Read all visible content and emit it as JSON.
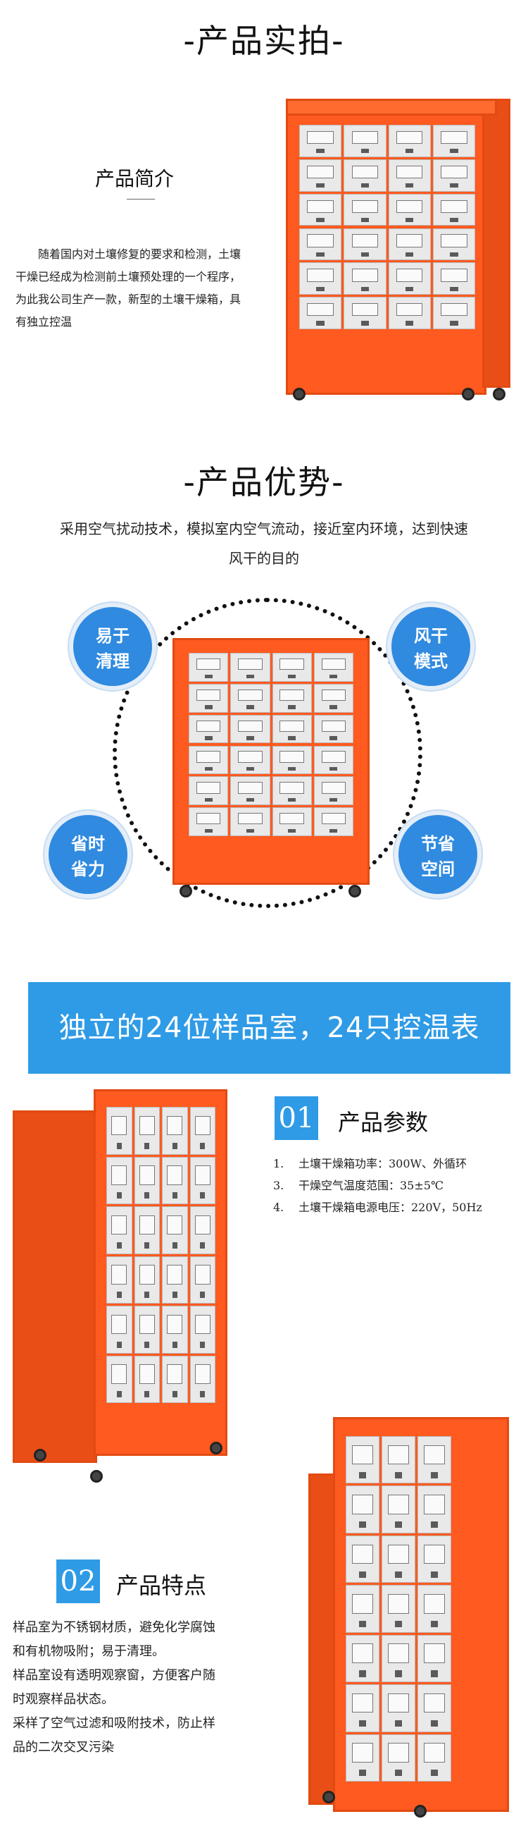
{
  "section1": {
    "title": "-产品实拍-",
    "intro_heading": "产品简介",
    "intro_text": "随着国内对土壤修复的要求和检测，土壤干燥已经成为检测前土壤预处理的一个程序，为此我公司生产一款，新型的土壤干燥箱，具有独立控温"
  },
  "section2": {
    "title": "-产品优势-",
    "description_line1": "采用空气扰动技术，模拟室内空气流动，接近室内环境，达到快速",
    "description_line2": "风干的目的",
    "bubbles": [
      {
        "line1": "易于",
        "line2": "清理"
      },
      {
        "line1": "风干",
        "line2": "模式"
      },
      {
        "line1": "省时",
        "line2": "省力"
      },
      {
        "line1": "节省",
        "line2": "空间"
      }
    ]
  },
  "banner": {
    "text": "独立的24位样品室，24只控温表"
  },
  "params": {
    "number": "01",
    "heading": "产品参数",
    "items": [
      {
        "num": "1.",
        "text": "土壤干燥箱功率：300W、外循环"
      },
      {
        "num": "3.",
        "text": "干燥空气温度范围：35±5℃"
      },
      {
        "num": "4.",
        "text": "土壤干燥箱电源电压：220V，50Hz"
      }
    ]
  },
  "features": {
    "number": "02",
    "heading": "产品特点",
    "lines": [
      "样品室为不锈钢材质，避免化学腐蚀",
      "和有机物吸附；易于清理。",
      "样品室设有透明观察窗，方便客户随",
      "时观察样品状态。",
      "采样了空气过滤和吸附技术，防止样",
      "品的二次交叉污染"
    ]
  },
  "colors": {
    "cabinet_orange": "#ff5a1f",
    "accent_blue": "#2f9be6"
  }
}
